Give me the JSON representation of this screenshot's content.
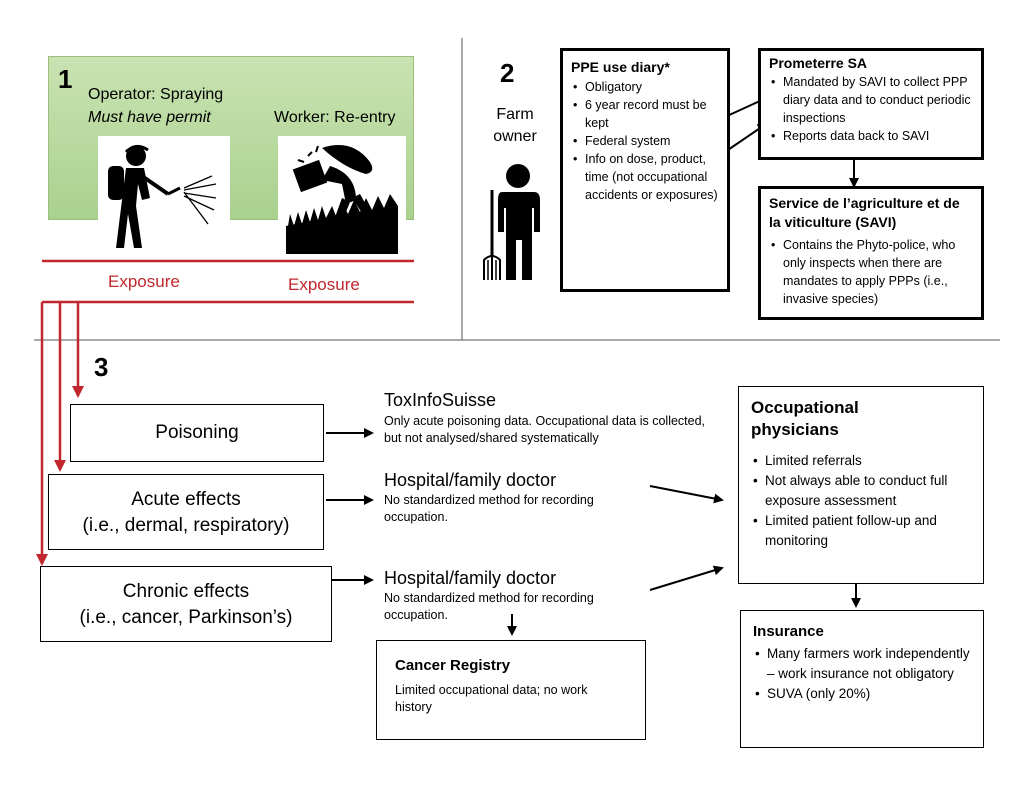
{
  "section1": {
    "number": "1",
    "operator_line1": "Operator: Spraying",
    "operator_line2": "Must have permit",
    "worker_label": "Worker: Re-entry",
    "exposure_left": "Exposure",
    "exposure_right": "Exposure"
  },
  "section2": {
    "number": "2",
    "farm_owner_line1": "Farm",
    "farm_owner_line2": "owner",
    "ppe_diary": {
      "title": "PPE use diary*",
      "items": [
        "Obligatory",
        "6 year record must be kept",
        "Federal system",
        "Info on dose, product, time (not occupational accidents or exposures)"
      ]
    },
    "prometerre": {
      "title": "Prometerre SA",
      "items": [
        "Mandated by SAVI to collect PPP diary data and to conduct periodic inspections",
        "Reports data back to SAVI"
      ]
    },
    "savi": {
      "title": "Service de l’agriculture et de la viticulture (SAVI)",
      "items": [
        "Contains the Phyto-police, who only inspects when there are mandates to apply PPPs (i.e., invasive species)"
      ]
    }
  },
  "section3": {
    "number": "3",
    "poisoning": "Poisoning",
    "acute_line1": "Acute effects",
    "acute_line2": "(i.e., dermal, respiratory)",
    "chronic_line1": "Chronic effects",
    "chronic_line2": "(i.e., cancer, Parkinson’s)",
    "toxinfo_title": "ToxInfoSuisse",
    "toxinfo_desc": "Only acute poisoning data. Occupational data is collected, but not analysed/shared systematically",
    "hospital_title": "Hospital/family doctor",
    "hospital_desc": "No standardized method for recording occupation.",
    "hospital2_title": "Hospital/family doctor",
    "hospital2_desc": "No standardized method for recording occupation.",
    "cancer_registry": {
      "title": "Cancer Registry",
      "desc": "Limited occupational data; no work history"
    },
    "occupational": {
      "title": "Occupational physicians",
      "items": [
        "Limited referrals",
        "Not always able to conduct full exposure assessment",
        "Limited patient follow-up and monitoring"
      ]
    },
    "insurance": {
      "title": "Insurance",
      "items": [
        "Many farmers work independently  – work insurance not obligatory",
        "SUVA (only 20%)"
      ]
    }
  },
  "colors": {
    "exposure_red": "#c0282d",
    "panel_green": "#a9d18e"
  }
}
